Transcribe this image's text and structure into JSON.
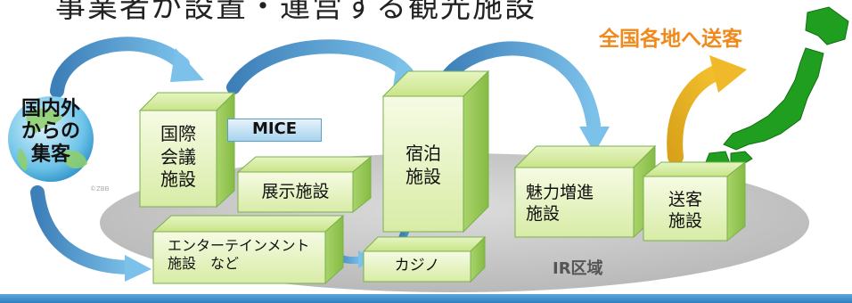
{
  "title": "事業者が設置・運営する観光施設",
  "callout": "全国各地へ送客",
  "visitors": "国内外\nからの\n集客",
  "mice": "MICE",
  "ir_area": "IR区域",
  "copyright": "©ZBB",
  "facilities": {
    "international_conference": "国際\n会議\n施設",
    "exhibition": "展示施設",
    "accommodation": "宿泊\n施設",
    "attraction": "魅力増進\n施設",
    "customer_transfer": "送客\n施設",
    "entertainment": "エンターテインメント\n施設　など",
    "casino": "カジノ"
  },
  "colors": {
    "box_face": "#e9f6c7",
    "box_edge": "#7ab04c",
    "arrow_blue": "#4a9fd6",
    "arrow_orange": "#e8a21c",
    "callout_orange": "#f08a1c",
    "japan_green": "#22a122",
    "ir_ellipse": "#c9c9c9"
  },
  "icons": [
    "globe-icon",
    "japan-map-icon"
  ]
}
